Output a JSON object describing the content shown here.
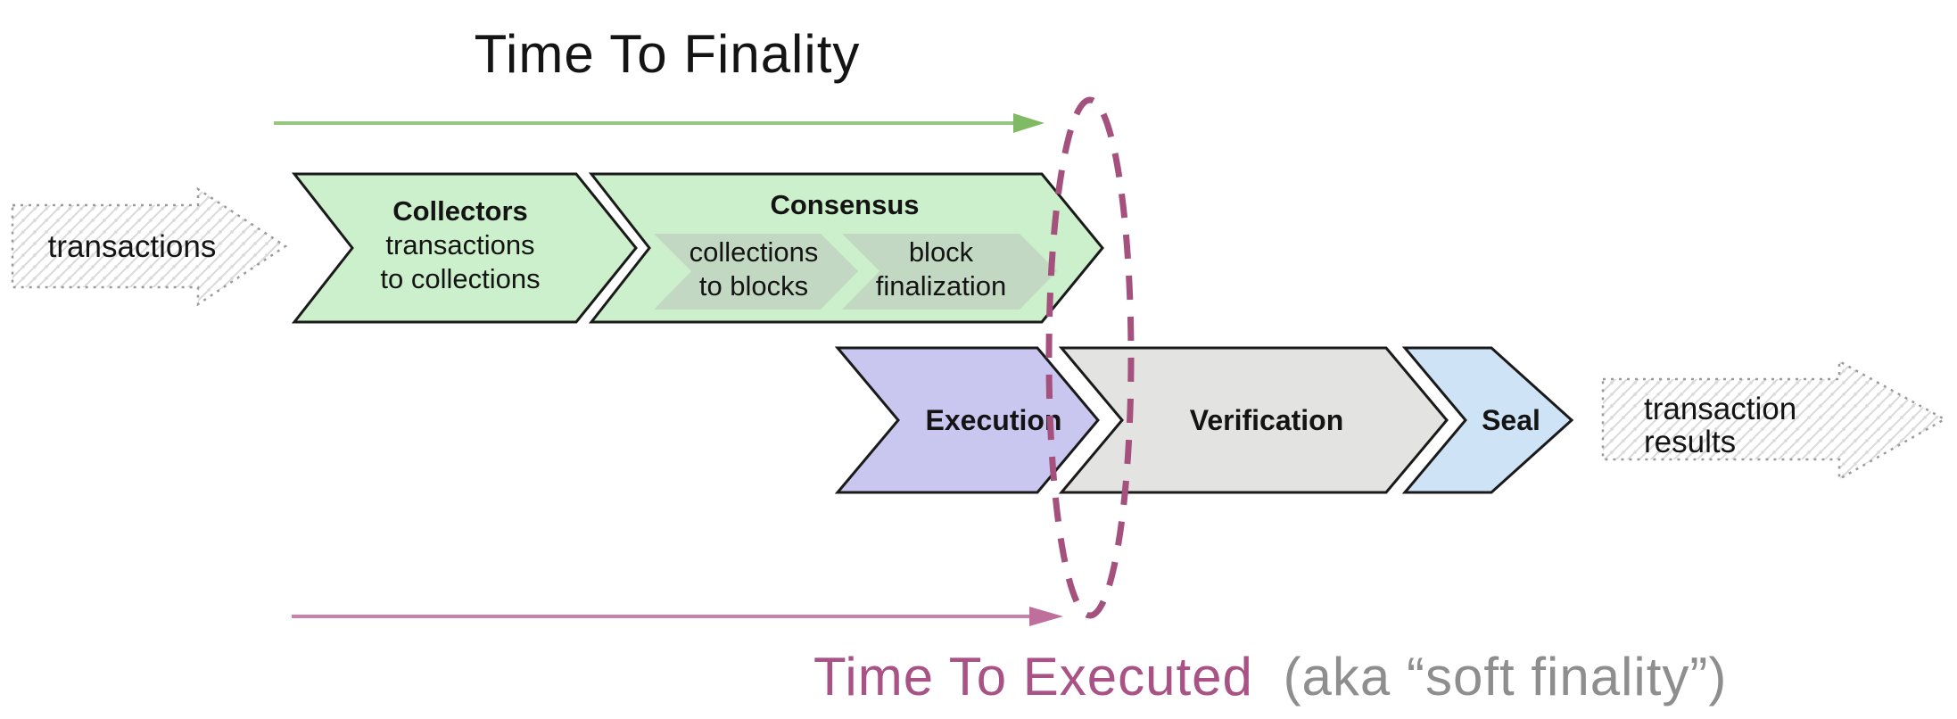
{
  "title_top": {
    "label": "Time To Finality"
  },
  "title_bottom": {
    "label": "Time To Executed",
    "suffix": "(aka “soft finality”)"
  },
  "input_arrow": {
    "label": "transactions"
  },
  "output_arrow": {
    "line1": "transaction",
    "line2": "results"
  },
  "stages": {
    "collectors": {
      "title": "Collectors",
      "subtitle_line1": "transactions",
      "subtitle_line2": "to collections"
    },
    "consensus": {
      "title": "Consensus",
      "steps": [
        {
          "line1": "collections",
          "line2": "to blocks"
        },
        {
          "line1": "block",
          "line2": "finalization"
        }
      ]
    },
    "execution": {
      "title": "Execution"
    },
    "verification": {
      "title": "Verification"
    },
    "seal": {
      "title": "Seal"
    }
  },
  "colors": {
    "green_title": "#68a84e",
    "green_arrow": "#95c77e",
    "green_fill": "#ccf0cb",
    "consensus_step_fill": "#c3d8c2",
    "purple_fill": "#c9c6f0",
    "gray_fill": "#e3e3e2",
    "blue_fill": "#cfe3f7",
    "pink_title": "#a85285",
    "pink_arrow": "#cb80ad",
    "ellipse_stroke": "#a4517d",
    "outline": "#1a1a1a",
    "hatch_line": "#dadada",
    "io_border": "#9b9b9b"
  }
}
